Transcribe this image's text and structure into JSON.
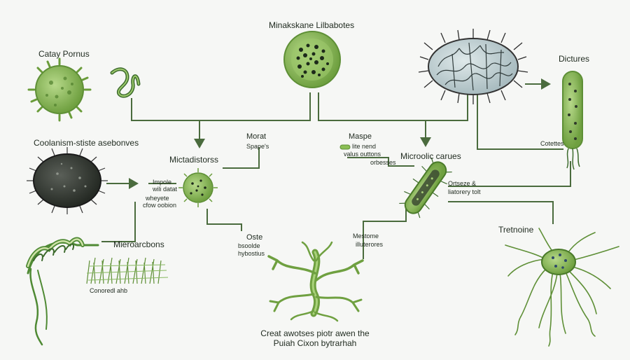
{
  "labels": {
    "top_center": "Minakskane Lilbabotes",
    "top_left": "Catay Pornus",
    "dictures": "Dictures",
    "cotettes": "Cotettes",
    "coolanism": "Coolanism-stiste asebonves",
    "mictadistorss": "Mictadistorss",
    "morat": "Morat",
    "spape": "Spape's",
    "maspe": "Maspe",
    "lite_nend": "lite nend",
    "valus": "valus outtons",
    "orbesses": "orbesses",
    "microolic": "Microolic carues",
    "impole": "Impole",
    "wili_datat": "wili datat",
    "wheyete": "wheyete",
    "cfow": "cfow oobion",
    "ortseze": "Ortseze &",
    "liatory": "liatorery tolt",
    "microarcbons": "Mieroarcbons",
    "trethoine": "Tretnoine",
    "oste": "Oste",
    "bsoolde": "bsoolde",
    "hybostius": "hybostius",
    "mestome": "Mestome",
    "illuterores": "illuterores",
    "conoredl": "Conoredl ahb",
    "caption_1": "Creat awotses piotr awen the",
    "caption_2": "Puiah Cixon bytrarhah"
  },
  "colors": {
    "line": "#4a6b3d",
    "cell_green": "#8bbf55",
    "cell_dark": "#2f3b2a",
    "cell_light": "#cfe3a8",
    "dot_dark": "#1d2a1a",
    "hair": "#2c2c2c"
  },
  "icons": [
    "virus-icon",
    "spiral-icon",
    "coccus-icon",
    "hairy-bacterium-icon",
    "bacillus-icon",
    "spiny-cell-icon",
    "small-coccus-icon",
    "rod-bacterium-icon",
    "spirochete-icon",
    "filament-mat-icon",
    "mycelium-icon",
    "root-cell-icon"
  ]
}
